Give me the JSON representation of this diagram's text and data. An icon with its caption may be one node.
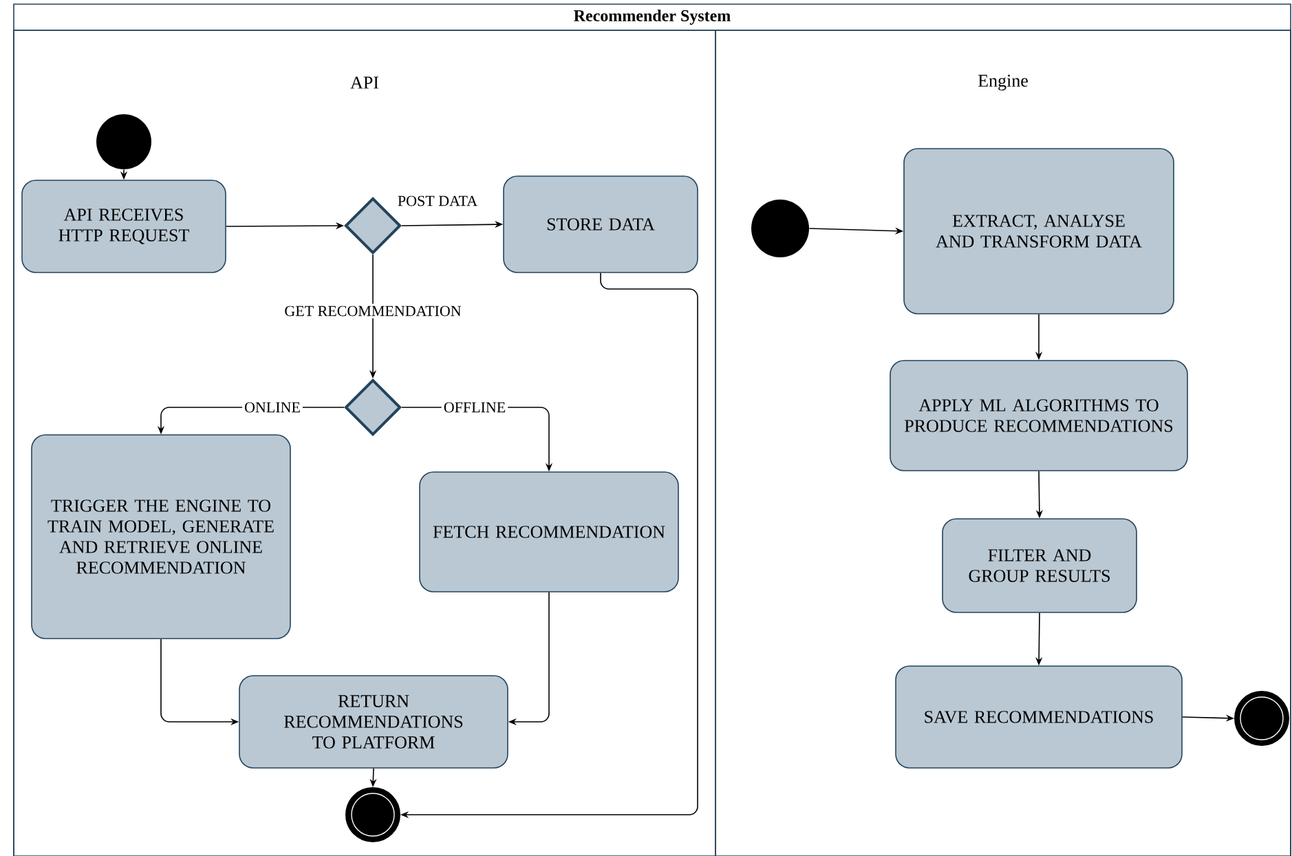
{
  "diagram": {
    "title": "Recommender System",
    "nodes": [
      {
        "text": [
          "API"
        ]
      },
      {
        "text": [
          "Engine"
        ]
      },
      {
        "text": [],
        "shape": "circle",
        "in": 0
      },
      {
        "text": [
          "API RECEIVES HTTP REQUEST"
        ],
        "in": 0
      },
      {
        "text": [],
        "shape": "diamond",
        "in": 0
      },
      {
        "text": [
          "STORE DATA"
        ],
        "in": 0
      },
      {
        "text": [],
        "shape": "diamond",
        "in": 0
      },
      {
        "text": [
          "TRIGGER THE ENGINE TO TRAIN MODEL, GENERATE AND RETRIEVE ONLINE RECOMMENDATION"
        ],
        "in": 0
      },
      {
        "text": [
          "FETCH RECOMMENDATION"
        ],
        "in": 0
      },
      {
        "text": [
          "RETURN RECOMMENDATIONS TO PLATFORM"
        ],
        "in": 0
      },
      {
        "text": [],
        "shape": "bullseye",
        "in": 0
      },
      {
        "text": [],
        "shape": "circle",
        "in": 1
      },
      {
        "text": [
          "EXTRACT, ANALYSE AND TRANSFORM DATA"
        ],
        "in": 1
      },
      {
        "text": [
          "APPLY ML ALGORITHMS TO PRODUCE RECOMMENDATIONS"
        ],
        "in": 1
      },
      {
        "text": [
          "FILTER AND GROUP RESULTS"
        ],
        "in": 1
      },
      {
        "text": [
          "SAVE RECOMMENDATIONS"
        ],
        "in": 1
      },
      {
        "text": [],
        "shape": "bullseye",
        "in": 1
      }
    ],
    "edges": [
      {
        "from": 2,
        "to": 3,
        "arrow": "to"
      },
      {
        "from": 3,
        "to": 4,
        "arrow": "to"
      },
      {
        "from": 4,
        "to": 5,
        "arrow": "to",
        "label": "POST DATA"
      },
      {
        "from": 4,
        "to": 6,
        "arrow": "to",
        "label": "GET RECOMMENDATION"
      },
      {
        "from": 6,
        "to": 7,
        "arrow": "to",
        "label": "ONLINE"
      },
      {
        "from": 6,
        "to": 8,
        "arrow": "to",
        "label": "OFFLINE"
      },
      {
        "from": 7,
        "to": 9,
        "arrow": "to"
      },
      {
        "from": 8,
        "to": 9,
        "arrow": "to"
      },
      {
        "from": 9,
        "to": 10,
        "arrow": "to"
      },
      {
        "from": 5,
        "to": 10,
        "arrow": "to"
      },
      {
        "from": 11,
        "to": 12,
        "arrow": "to"
      },
      {
        "from": 12,
        "to": 13,
        "arrow": "to"
      },
      {
        "from": 13,
        "to": 14,
        "arrow": "to"
      },
      {
        "from": 14,
        "to": 15,
        "arrow": "to"
      },
      {
        "from": 15,
        "to": 16,
        "arrow": "to"
      }
    ]
  }
}
